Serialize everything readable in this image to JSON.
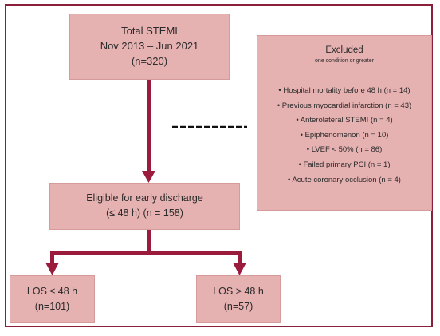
{
  "total_box": {
    "line1": "Total STEMI",
    "line2": "Nov 2013 – Jun 2021",
    "line3": "(n=320)"
  },
  "excluded_box": {
    "title": "Excluded",
    "subtitle": "one condition or greater",
    "items": [
      "• Hospital mortality before 48 h (n = 14)",
      "• Previous myocardial infarction (n = 43)",
      "• Anterolateral STEMI (n = 4)",
      "• Epiphenomenon (n = 10)",
      "• LVEF < 50% (n = 86)",
      "• Failed primary PCI (n = 1)",
      "• Acute coronary occlusion (n = 4)"
    ]
  },
  "eligible_box": {
    "line1": "Eligible for early discharge",
    "line2": "(≤ 48 h) (n = 158)"
  },
  "los_le_box": {
    "line1": "LOS ≤ 48 h",
    "line2": "(n=101)"
  },
  "los_gt_box": {
    "line1": "LOS > 48 h",
    "line2": "(n=57)"
  },
  "colors": {
    "box_fill": "#e6b1b1",
    "arrow": "#9b1b3c",
    "frame": "#8a1f3b",
    "dashed": "#111111"
  }
}
